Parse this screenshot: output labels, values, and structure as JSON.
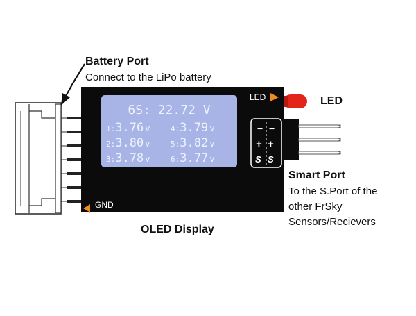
{
  "labels": {
    "battery_port_title": "Battery Port",
    "battery_port_desc": "Connect to the LiPo battery",
    "led_tag": "LED",
    "led_title": "LED",
    "gnd_tag": "GND",
    "smart_port_title": "Smart Port",
    "smart_port_desc_1": "To the S.Port of the",
    "smart_port_desc_2": "other FrSky",
    "smart_port_desc_3": "Sensors/Recievers",
    "oled_title": "OLED Display"
  },
  "display": {
    "total": "6S: 22.72 V",
    "cells": [
      {
        "index": "1:",
        "value": "3.76",
        "unit": "v"
      },
      {
        "index": "4:",
        "value": "3.79",
        "unit": "v"
      },
      {
        "index": "2:",
        "value": "3.80",
        "unit": "v"
      },
      {
        "index": "5:",
        "value": "3.82",
        "unit": "v"
      },
      {
        "index": "3:",
        "value": "3.78",
        "unit": "v"
      },
      {
        "index": "6:",
        "value": "3.77",
        "unit": "v"
      }
    ]
  },
  "smart_port_symbols": {
    "minus": "−",
    "plus": "+",
    "signal": "S"
  },
  "colors": {
    "device_body": "#0b0b0b",
    "screen_bg": "#a9b4e6",
    "screen_text": "#eef1ff",
    "arrow_orange": "#ee8a1e",
    "led_red": "#e3241b"
  }
}
